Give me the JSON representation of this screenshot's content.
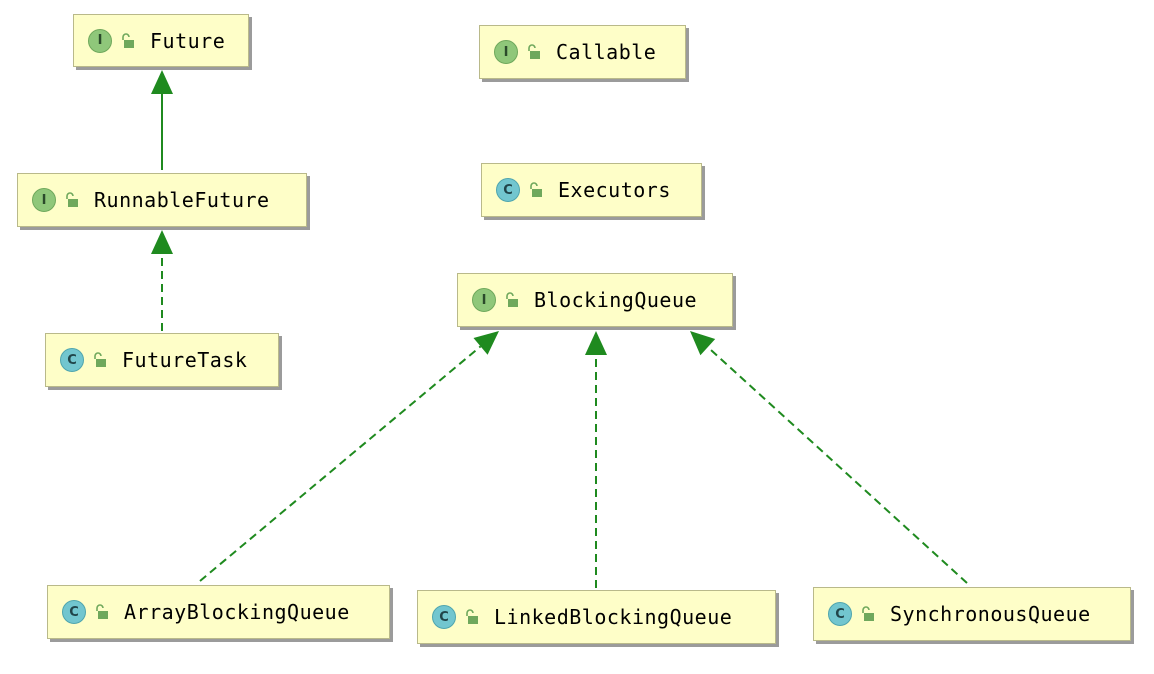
{
  "diagram": {
    "nodes": [
      {
        "id": "Future",
        "kind": "interface",
        "kind_letter": "I",
        "visibility_icon": "unlocked-icon",
        "label": "Future"
      },
      {
        "id": "Callable",
        "kind": "interface",
        "kind_letter": "I",
        "visibility_icon": "unlocked-icon",
        "label": "Callable"
      },
      {
        "id": "RunnableFuture",
        "kind": "interface",
        "kind_letter": "I",
        "visibility_icon": "unlocked-icon",
        "label": "RunnableFuture"
      },
      {
        "id": "Executors",
        "kind": "class",
        "kind_letter": "C",
        "visibility_icon": "unlocked-icon",
        "label": "Executors"
      },
      {
        "id": "BlockingQueue",
        "kind": "interface",
        "kind_letter": "I",
        "visibility_icon": "unlocked-icon",
        "label": "BlockingQueue"
      },
      {
        "id": "FutureTask",
        "kind": "class",
        "kind_letter": "C",
        "visibility_icon": "unlocked-icon",
        "label": "FutureTask"
      },
      {
        "id": "ArrayBlockingQueue",
        "kind": "class",
        "kind_letter": "C",
        "visibility_icon": "unlocked-icon",
        "label": "ArrayBlockingQueue"
      },
      {
        "id": "LinkedBlockingQueue",
        "kind": "class",
        "kind_letter": "C",
        "visibility_icon": "unlocked-icon",
        "label": "LinkedBlockingQueue"
      },
      {
        "id": "SynchronousQueue",
        "kind": "class",
        "kind_letter": "C",
        "visibility_icon": "unlocked-icon",
        "label": "SynchronousQueue"
      }
    ],
    "edges": [
      {
        "from": "RunnableFuture",
        "to": "Future",
        "relation": "extends",
        "style": "solid"
      },
      {
        "from": "FutureTask",
        "to": "RunnableFuture",
        "relation": "implements",
        "style": "dashed"
      },
      {
        "from": "ArrayBlockingQueue",
        "to": "BlockingQueue",
        "relation": "implements",
        "style": "dashed"
      },
      {
        "from": "LinkedBlockingQueue",
        "to": "BlockingQueue",
        "relation": "implements",
        "style": "dashed"
      },
      {
        "from": "SynchronousQueue",
        "to": "BlockingQueue",
        "relation": "implements",
        "style": "dashed"
      }
    ],
    "colors": {
      "node_fill": "#fefec8",
      "node_border": "#b9b98a",
      "edge": "#1f8a1f",
      "interface_badge": "#8fc77a",
      "class_badge": "#72c6cf"
    }
  }
}
